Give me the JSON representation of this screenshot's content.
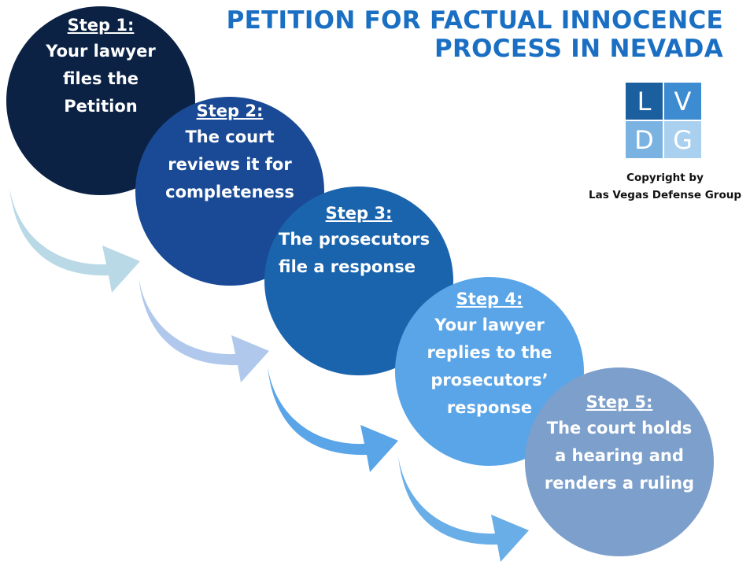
{
  "title": {
    "line1": "PETITION FOR FACTUAL INNOCENCE",
    "line2": "PROCESS IN NEVADA"
  },
  "logo": {
    "letters": [
      "L",
      "V",
      "D",
      "G"
    ]
  },
  "copyright": {
    "line1": "Copyright by",
    "line2": "Las Vegas Defense Group"
  },
  "steps": [
    {
      "label": "Step 1:",
      "text": "Your lawyer\nfiles the\nPetition",
      "color": "#0b2244"
    },
    {
      "label": "Step 2:",
      "text": "The court\nreviews it for\ncompleteness",
      "color": "#1a4a95"
    },
    {
      "label": "Step 3:",
      "text": "The prosecutors\nfile a response",
      "color": "#1a64ad"
    },
    {
      "label": "Step 4:",
      "text": "Your lawyer\nreplies to the\nprosecutors’\nresponse",
      "color": "#5aa5e8"
    },
    {
      "label": "Step 5:",
      "text": "The court holds\na hearing and\nrenders a ruling",
      "color": "#7d9fcb"
    }
  ],
  "arrow_colors": [
    "#b9d9e6",
    "#b0c8ec",
    "#5aa5e8",
    "#6aaee8"
  ]
}
